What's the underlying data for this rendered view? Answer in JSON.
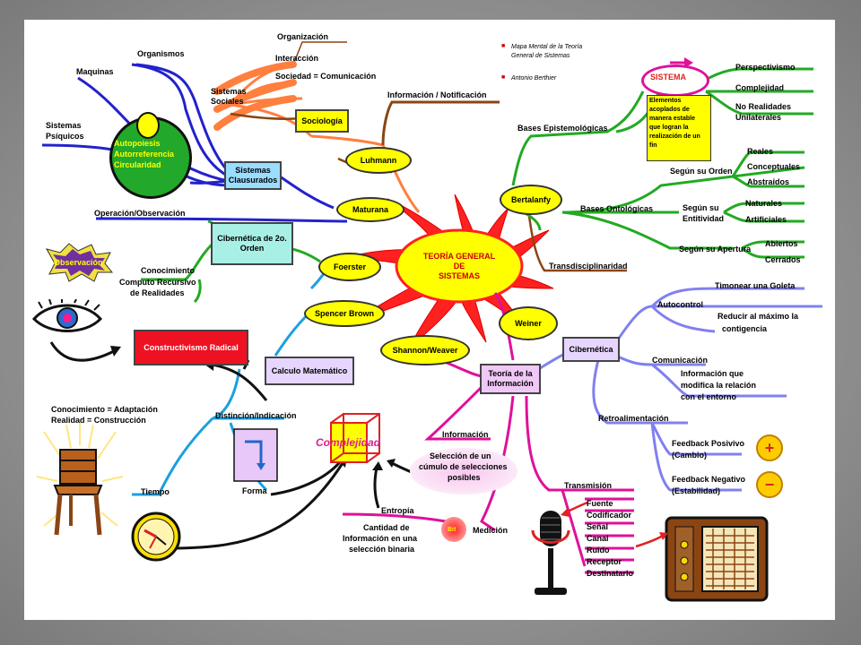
{
  "center": {
    "l1": "TEORÍA GENERAL",
    "l2": "DE",
    "l3": "SISTEMAS"
  },
  "legend": {
    "title_l1": "Mapa Mental de la Teoría",
    "title_l2": "General de Sistemas",
    "author": "Antonio Berthier"
  },
  "nodes": {
    "luhmann": "Luhmann",
    "maturana": "Maturana",
    "foerster": "Foerster",
    "spencer_brown": "Spencer Brown",
    "shannon_weaver": "Shannon/Weaver",
    "bertalanfy": "Bertalanfy",
    "weiner": "Weiner",
    "sociologia": "Sociología",
    "sistemas_sociales_l1": "Sistemas",
    "sistemas_sociales_l2": "Sociales",
    "sistemas_clausurados_l1": "Sistemas",
    "sistemas_clausurados_l2": "Clausurados",
    "cibernetica_2_l1": "Cibernética de 2o.",
    "cibernetica_2_l2": "Orden",
    "constructivismo": "Constructivismo Radical",
    "calculo": "Calculo Matemático",
    "teoria_info_l1": "Teoría de la",
    "teoria_info_l2": "Información",
    "cibernetica": "Cibernética",
    "sistema": "SISTEMA",
    "complejidad": "Complejidad",
    "medicion_bubble": "Bit",
    "observacion": "Observación"
  },
  "labels": {
    "organizacion": "Organización",
    "interaccion": "Interacción",
    "sociedad": "Sociedad = Comunicación",
    "info_notif": "Información / Notificación",
    "organismos": "Organismos",
    "maquinas": "Maquinas",
    "psiquicos_l1": "Sistemas",
    "psiquicos_l2": "Psíquicos",
    "autopoiesis": "Autopoiesis",
    "autorreferencia": "Autorreferencia",
    "circularidad": "Circularidad",
    "operacion": "Operación/Observación",
    "conocimiento": "Conocimiento",
    "computo_l1": "Computo Recursivo",
    "computo_l2": "de Realidades",
    "conoc_adapt": "Conocimiento = Adaptación",
    "realidad": "Realidad = Construcción",
    "distincion": "Distinción/Indicación",
    "tiempo": "Tiempo",
    "forma": "Forma",
    "informacion": "Información",
    "seleccion_l1": "Selección de un",
    "seleccion_l2": "cúmulo de selecciones",
    "seleccion_l3": "posibles",
    "entropia": "Entropía",
    "cantidad_l1": "Cantidad de",
    "cantidad_l2": "Información en una",
    "cantidad_l3": "selección binaria",
    "medicion": "Medición",
    "transmision": "Transmisión",
    "bases_epist": "Bases Epistemológicas",
    "elementos_l1": "Elementos",
    "elementos_l2": "acoplados de",
    "elementos_l3": "manera estable",
    "elementos_l4": "que logran la",
    "elementos_l5": "realización de un",
    "elementos_l6": "fin",
    "perspectivismo": "Perspectivismo",
    "complejidad": "Complejidad",
    "no_realidades_l1": "No Realidades",
    "no_realidades_l2": "Unilaterales",
    "bases_ont": "Bases Ontológicas",
    "segun_orden": "Según su Orden",
    "reales": "Reales",
    "conceptuales": "Conceptuales",
    "abstraidos": "Abstraidos",
    "segun_entitividad_l1": "Según su",
    "segun_entitividad_l2": "Entitividad",
    "naturales": "Naturales",
    "artificiales": "Artificiales",
    "segun_apertura": "Según su Apertura",
    "abiertos": "Abiertos",
    "cerrados": "Cerrados",
    "transdisciplinaridad": "Transdisciplinaridad",
    "autocontrol": "Autocontrol",
    "timonear": "Timonear una Goleta",
    "reducir_l1": "Reducir al máximo la",
    "reducir_l2": "contigencia",
    "comunicacion": "Comunicación",
    "info_modifica_l1": "Información que",
    "info_modifica_l2": "modifica la relación",
    "info_modifica_l3": "con el entorno",
    "retroalimentacion": "Retroalimentación",
    "fb_pos_l1": "Feedback Posivivo",
    "fb_pos_l2": "(Cambio)",
    "fb_neg_l1": "Feedback Negativo",
    "fb_neg_l2": "(Estabilidad)",
    "plus": "+",
    "minus": "−"
  },
  "transmission_items": [
    "Fuente",
    "Codificador",
    "Señal",
    "Canal",
    "Ruido",
    "Receptor",
    "Destinatario"
  ],
  "colors": {
    "center": "#ff1a1a",
    "center_fill": "#ffff00",
    "orange": "#ff7f3f",
    "brown": "#8b4513",
    "blue": "#2222cc",
    "green": "#22aa22",
    "cyan": "#1aa0e0",
    "magenta": "#e0109a",
    "purple": "#8080f0",
    "red_box": "#ee1122",
    "olive": "#7a6a2a"
  }
}
